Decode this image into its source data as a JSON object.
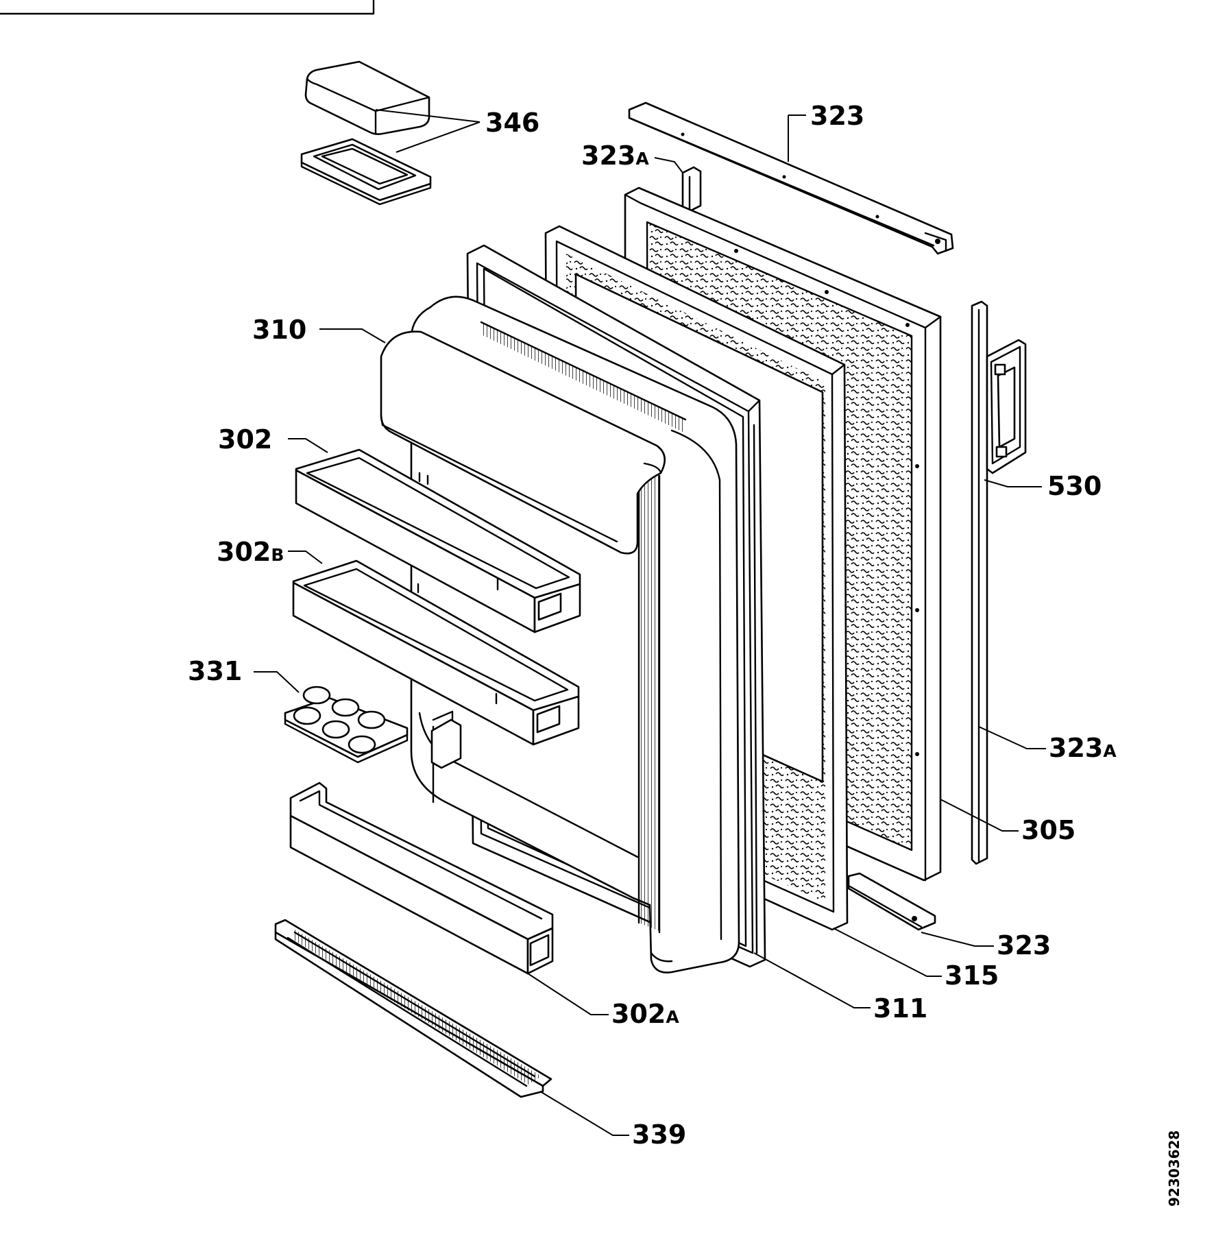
{
  "parts": {
    "p346": "346",
    "p323": "323",
    "p323a_top": {
      "num": "323",
      "suffix": "A"
    },
    "p310": "310",
    "p302": "302",
    "p302b": {
      "num": "302",
      "suffix": "B"
    },
    "p331": "331",
    "p530": "530",
    "p323a_right": {
      "num": "323",
      "suffix": "A"
    },
    "p305": "305",
    "p323_bottom": "323",
    "p315": "315",
    "p311": "311",
    "p302a": {
      "num": "302",
      "suffix": "A"
    },
    "p339": "339"
  },
  "drawing_number": "92303628"
}
